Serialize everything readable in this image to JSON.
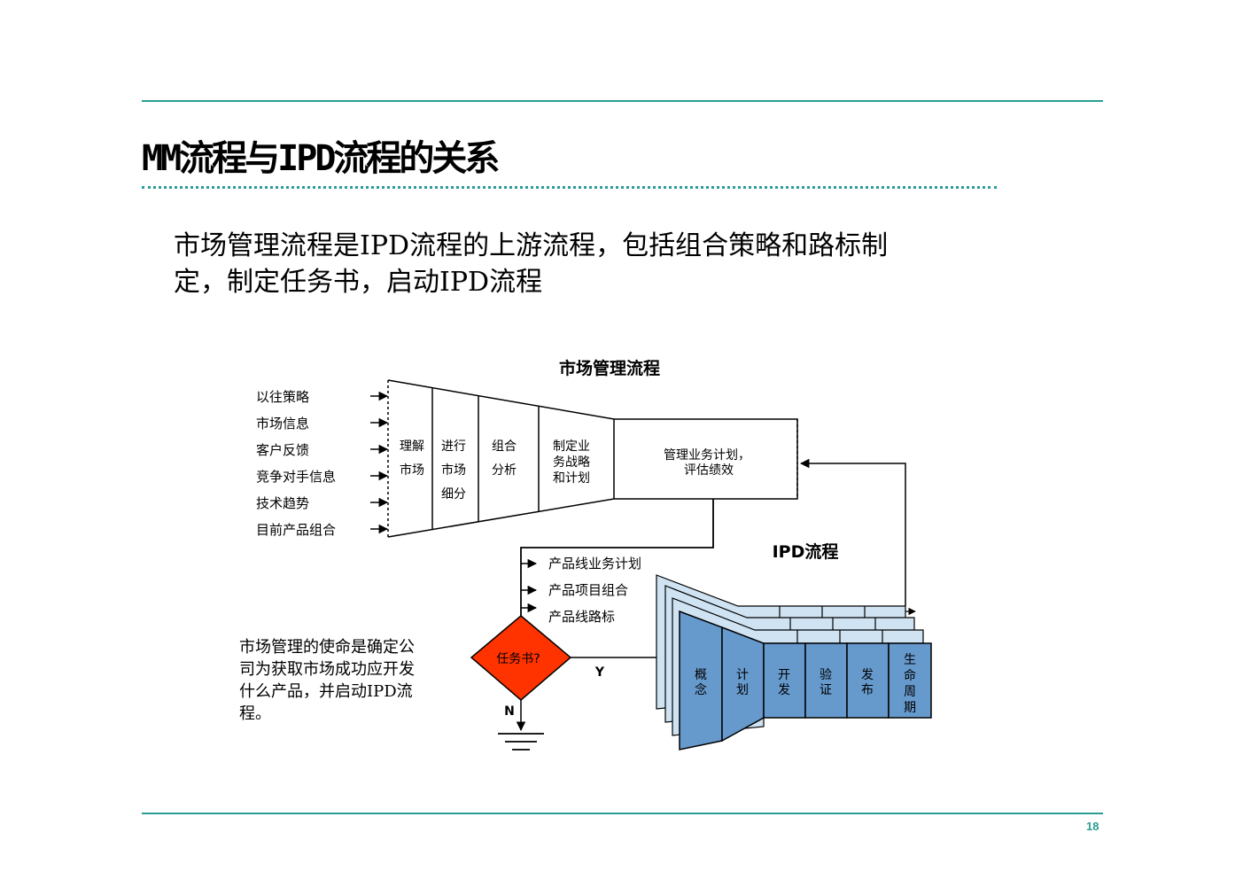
{
  "slide": {
    "title": "MM流程与IPD流程的关系",
    "intro_line1": "市场管理流程是IPD流程的上游流程，包括组合策略和路标制",
    "intro_line2": "定，制定任务书，启动IPD流程",
    "mission_line1": "市场管理的使命是确定公",
    "mission_line2": "司为获取市场成功应开发",
    "mission_line3": "什么产品，并启动IPD流",
    "mission_line4": "程。",
    "page_number": "18"
  },
  "diagram": {
    "mm_title": "市场管理流程",
    "ipd_title": "IPD流程",
    "inputs": [
      "以往策略",
      "市场信息",
      "客户反馈",
      "竞争对手信息",
      "技术趋势",
      "目前产品组合"
    ],
    "mm_steps": [
      {
        "line1": "理解",
        "line2": "市场",
        "line3": ""
      },
      {
        "line1": "进行",
        "line2": "市场",
        "line3": "细分"
      },
      {
        "line1": "组合",
        "line2": "分析",
        "line3": ""
      },
      {
        "line1": "制定业",
        "line2": "务战略",
        "line3": "和计划"
      }
    ],
    "manage_box": {
      "line1": "管理业务计划，",
      "line2": "评估绩效"
    },
    "outputs": [
      "产品线业务计划",
      "产品项目组合",
      "产品线路标"
    ],
    "decision": {
      "label": "任务书?",
      "yes": "Y",
      "no": "N"
    },
    "ipd_phases": [
      {
        "line1": "概",
        "line2": "念"
      },
      {
        "line1": "计",
        "line2": "划"
      },
      {
        "line1": "开",
        "line2": "发"
      },
      {
        "line1": "验",
        "line2": "证"
      },
      {
        "line1": "发",
        "line2": "布"
      }
    ],
    "lifecycle": [
      "生",
      "命",
      "周",
      "期"
    ],
    "colors": {
      "accent": "#2a9d96",
      "decision_fill": "#ff3300",
      "phase_fill": "#6699cc",
      "layer_fill": "#cfe3f3"
    }
  }
}
